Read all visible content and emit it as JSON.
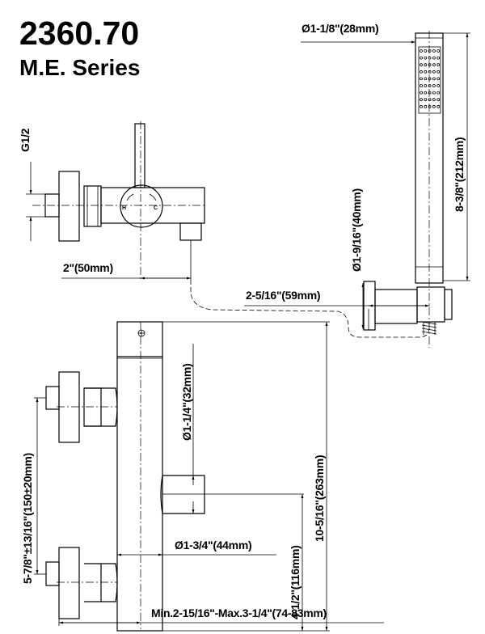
{
  "header": {
    "model_number": "2360.70",
    "series": "M.E. Series"
  },
  "top_view": {
    "connection_thread": "G1/2",
    "outlet_offset": "2\"(50mm)",
    "valve_markings": {
      "hot": "H",
      "cold": "C"
    }
  },
  "hand_shower": {
    "diameter": "Ø1-1/8\"(28mm)",
    "length": "8-3/8\"(212mm)",
    "holder_diameter": "Ø1-9/16\"(40mm)",
    "holder_projection": "2-5/16\"(59mm)"
  },
  "front_view": {
    "inlet_centers": "5-7/8\"±13/16\"(150±20mm)",
    "spout_diameter": "Ø1-1/4\"(32mm)",
    "body_diameter": "Ø1-3/4\"(44mm)",
    "spout_height": "4-1/2\"(116mm)",
    "overall_height": "10-5/16\"(263mm)",
    "projection": "Min.2-15/16\"-Max.3-1/4\"(74-83mm)"
  }
}
